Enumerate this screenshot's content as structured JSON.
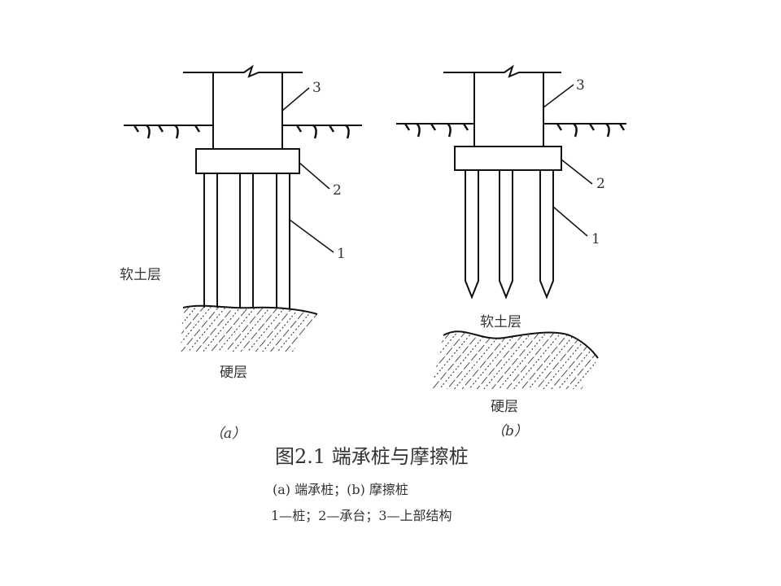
{
  "diagram_a": {
    "label_soft": "软土层",
    "label_hard": "硬层",
    "callout_1": "1",
    "callout_2": "2",
    "callout_3": "3",
    "sub_label": "（a）"
  },
  "diagram_b": {
    "label_soft": "软土层",
    "label_hard": "硬层",
    "callout_1": "1",
    "callout_2": "2",
    "callout_3": "3",
    "sub_label": "（b）"
  },
  "caption": {
    "title": "图2.1  端承桩与摩擦桩",
    "subtitle": "(a) 端承桩；(b) 摩擦桩",
    "legend": "1—桩；2—承台；3—上部结构"
  }
}
